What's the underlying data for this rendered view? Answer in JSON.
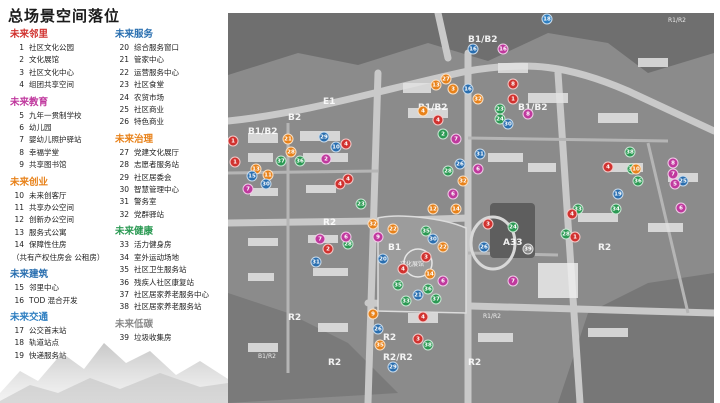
{
  "title": "总场景空间落位",
  "colors": {
    "neighborhood": "#d1322f",
    "education": "#c0399e",
    "entrepreneurship": "#e8821a",
    "architecture": "#2a6fb0",
    "transportation": "#2f7fc1",
    "service": "#2a6fb0",
    "governance": "#e8821a",
    "health": "#2c9a54",
    "lowcarbon": "#8a8a8a"
  },
  "legend_left": [
    {
      "name": "未来邻里",
      "color_key": "neighborhood",
      "items": [
        {
          "num": "1",
          "label": "社区文化公园"
        },
        {
          "num": "2",
          "label": "文化展馆"
        },
        {
          "num": "3",
          "label": "社区文化中心"
        },
        {
          "num": "4",
          "label": "组团共享空间"
        }
      ]
    },
    {
      "name": "未来教育",
      "color_key": "education",
      "items": [
        {
          "num": "5",
          "label": "九年一贯制学校"
        },
        {
          "num": "6",
          "label": "幼儿园"
        },
        {
          "num": "7",
          "label": "婴幼儿照护驿站"
        },
        {
          "num": "8",
          "label": "幸福学堂"
        },
        {
          "num": "9",
          "label": "共享图书馆"
        }
      ]
    },
    {
      "name": "未来创业",
      "color_key": "entrepreneurship",
      "items": [
        {
          "num": "10",
          "label": "未来创客厅"
        },
        {
          "num": "11",
          "label": "共享办公空间"
        },
        {
          "num": "12",
          "label": "创新办公空间"
        },
        {
          "num": "13",
          "label": "服务式公寓"
        },
        {
          "num": "14",
          "label": "保障性住房"
        }
      ],
      "note": "（共有产权住房会 公租房）"
    },
    {
      "name": "未来建筑",
      "color_key": "architecture",
      "items": [
        {
          "num": "15",
          "label": "邻里中心"
        },
        {
          "num": "16",
          "label": "TOD 混合开发"
        }
      ]
    },
    {
      "name": "未来交通",
      "color_key": "transportation",
      "items": [
        {
          "num": "17",
          "label": "公交首末站"
        },
        {
          "num": "18",
          "label": "轨道站点"
        },
        {
          "num": "19",
          "label": "快递服务站"
        }
      ]
    }
  ],
  "legend_right": [
    {
      "name": "未来服务",
      "color_key": "service",
      "items": [
        {
          "num": "20",
          "label": "综合服务窗口"
        },
        {
          "num": "21",
          "label": "管家中心"
        },
        {
          "num": "22",
          "label": "运营服务中心"
        },
        {
          "num": "23",
          "label": "社区食堂"
        },
        {
          "num": "24",
          "label": "农贸市场"
        },
        {
          "num": "25",
          "label": "社区商业"
        },
        {
          "num": "26",
          "label": "特色商业"
        }
      ]
    },
    {
      "name": "未来治理",
      "color_key": "governance",
      "items": [
        {
          "num": "27",
          "label": "党建文化展厅"
        },
        {
          "num": "28",
          "label": "志愿者服务站"
        },
        {
          "num": "29",
          "label": "社区居委会"
        },
        {
          "num": "30",
          "label": "智慧管理中心"
        },
        {
          "num": "31",
          "label": "警务室"
        },
        {
          "num": "32",
          "label": "党群驿站"
        }
      ]
    },
    {
      "name": "未来健康",
      "color_key": "health",
      "items": [
        {
          "num": "33",
          "label": "活力健身房"
        },
        {
          "num": "34",
          "label": "室外运动场地"
        },
        {
          "num": "35",
          "label": "社区卫生服务站"
        },
        {
          "num": "36",
          "label": "残疾人社区康复站"
        },
        {
          "num": "37",
          "label": "社区居家养老服务中心"
        },
        {
          "num": "38",
          "label": "社区居家养老服务站"
        }
      ]
    },
    {
      "name": "未来低碳",
      "color_key": "lowcarbon",
      "items": [
        {
          "num": "39",
          "label": "垃圾收集房"
        }
      ]
    }
  ],
  "map": {
    "zone_labels": [
      "B1/B2",
      "B2",
      "B1/B2",
      "E1",
      "B1/B2",
      "B1/B2",
      "R2",
      "R2",
      "R2",
      "B1",
      "A33",
      "R2",
      "R2",
      "R2",
      "R2/R2"
    ],
    "text_labels": [
      "文化展馆",
      "R1/R2",
      "B1/R2",
      "R1/R2"
    ],
    "pins": [
      {
        "num": "18",
        "cat": "transportation"
      },
      {
        "num": "16",
        "cat": "architecture"
      },
      {
        "num": "16",
        "cat": "education"
      },
      {
        "num": "3",
        "cat": "entrepreneurship"
      },
      {
        "num": "8",
        "cat": "neighborhood"
      },
      {
        "num": "4",
        "cat": "entrepreneurship"
      },
      {
        "num": "16",
        "cat": "architecture"
      },
      {
        "num": "27",
        "cat": "governance"
      },
      {
        "num": "13",
        "cat": "governance"
      },
      {
        "num": "32",
        "cat": "governance"
      },
      {
        "num": "1",
        "cat": "neighborhood"
      },
      {
        "num": "8",
        "cat": "education"
      },
      {
        "num": "23",
        "cat": "health"
      },
      {
        "num": "24",
        "cat": "health"
      },
      {
        "num": "30",
        "cat": "service"
      },
      {
        "num": "4",
        "cat": "neighborhood"
      },
      {
        "num": "2",
        "cat": "health"
      },
      {
        "num": "1",
        "cat": "neighborhood"
      },
      {
        "num": "21",
        "cat": "governance"
      },
      {
        "num": "29",
        "cat": "service"
      },
      {
        "num": "10",
        "cat": "service"
      },
      {
        "num": "1",
        "cat": "neighborhood"
      },
      {
        "num": "28",
        "cat": "governance"
      },
      {
        "num": "4",
        "cat": "neighborhood"
      },
      {
        "num": "2",
        "cat": "education"
      },
      {
        "num": "13",
        "cat": "governance"
      },
      {
        "num": "15",
        "cat": "service"
      },
      {
        "num": "11",
        "cat": "governance"
      },
      {
        "num": "30",
        "cat": "service"
      },
      {
        "num": "7",
        "cat": "education"
      },
      {
        "num": "37",
        "cat": "health"
      },
      {
        "num": "36",
        "cat": "health"
      },
      {
        "num": "4",
        "cat": "neighborhood"
      },
      {
        "num": "7",
        "cat": "education"
      },
      {
        "num": "31",
        "cat": "service"
      },
      {
        "num": "6",
        "cat": "education"
      },
      {
        "num": "28",
        "cat": "health"
      },
      {
        "num": "26",
        "cat": "service"
      },
      {
        "num": "32",
        "cat": "governance"
      },
      {
        "num": "14",
        "cat": "governance"
      },
      {
        "num": "4",
        "cat": "neighborhood"
      },
      {
        "num": "23",
        "cat": "health"
      },
      {
        "num": "6",
        "cat": "education"
      },
      {
        "num": "12",
        "cat": "governance"
      },
      {
        "num": "38",
        "cat": "health"
      },
      {
        "num": "8",
        "cat": "education"
      },
      {
        "num": "35",
        "cat": "health"
      },
      {
        "num": "4",
        "cat": "neighborhood"
      },
      {
        "num": "10",
        "cat": "governance"
      },
      {
        "num": "7",
        "cat": "education"
      },
      {
        "num": "36",
        "cat": "health"
      },
      {
        "num": "25",
        "cat": "service"
      },
      {
        "num": "19",
        "cat": "service"
      },
      {
        "num": "5",
        "cat": "education"
      },
      {
        "num": "34",
        "cat": "health"
      },
      {
        "num": "6",
        "cat": "education"
      },
      {
        "num": "33",
        "cat": "health"
      },
      {
        "num": "24",
        "cat": "health"
      },
      {
        "num": "26",
        "cat": "service"
      },
      {
        "num": "4",
        "cat": "neighborhood"
      },
      {
        "num": "28",
        "cat": "health"
      },
      {
        "num": "7",
        "cat": "education"
      },
      {
        "num": "1",
        "cat": "neighborhood"
      },
      {
        "num": "39",
        "cat": "lowcarbon"
      },
      {
        "num": "3",
        "cat": "neighborhood"
      },
      {
        "num": "32",
        "cat": "governance"
      },
      {
        "num": "22",
        "cat": "governance"
      },
      {
        "num": "35",
        "cat": "health"
      },
      {
        "num": "9",
        "cat": "education"
      },
      {
        "num": "30",
        "cat": "service"
      },
      {
        "num": "28",
        "cat": "health"
      },
      {
        "num": "22",
        "cat": "governance"
      },
      {
        "num": "7",
        "cat": "education"
      },
      {
        "num": "31",
        "cat": "service"
      },
      {
        "num": "6",
        "cat": "education"
      },
      {
        "num": "2",
        "cat": "neighborhood"
      },
      {
        "num": "20",
        "cat": "service"
      },
      {
        "num": "3",
        "cat": "neighborhood"
      },
      {
        "num": "4",
        "cat": "neighborhood"
      },
      {
        "num": "14",
        "cat": "governance"
      },
      {
        "num": "35",
        "cat": "health"
      },
      {
        "num": "6",
        "cat": "education"
      },
      {
        "num": "33",
        "cat": "health"
      },
      {
        "num": "21",
        "cat": "service"
      },
      {
        "num": "36",
        "cat": "health"
      },
      {
        "num": "37",
        "cat": "health"
      },
      {
        "num": "9",
        "cat": "governance"
      },
      {
        "num": "26",
        "cat": "service"
      },
      {
        "num": "35",
        "cat": "governance"
      },
      {
        "num": "29",
        "cat": "service"
      },
      {
        "num": "4",
        "cat": "neighborhood"
      },
      {
        "num": "3",
        "cat": "neighborhood"
      },
      {
        "num": "38",
        "cat": "health"
      },
      {
        "num": "27",
        "cat": "governance"
      },
      {
        "num": "9",
        "cat": "education"
      }
    ]
  }
}
